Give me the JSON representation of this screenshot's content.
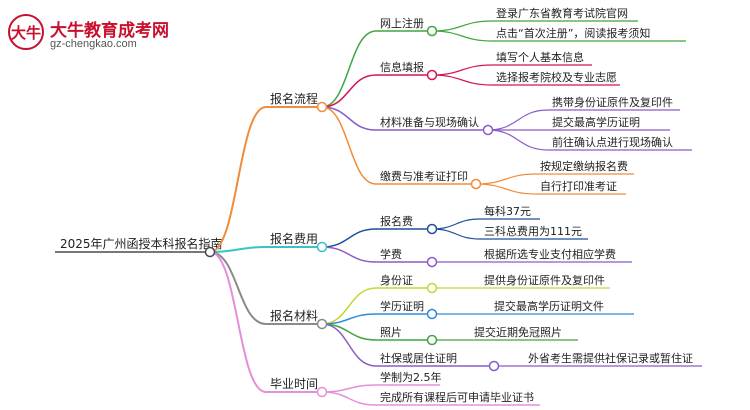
{
  "logo": {
    "mark": "大牛",
    "title": "大牛教育成考网",
    "url": "gz-chengkao.com"
  },
  "colors": {
    "root": "#4a4a4a",
    "process": "#f08c3a",
    "fees": "#37c4c9",
    "materials": "#8a8a8a",
    "graduation": "#e58fd8",
    "online": "#3fa53f",
    "info": "#d4145a",
    "verify": "#8a5cc8",
    "pay": "#f08c3a",
    "regfee": "#1f4e9c",
    "tuition": "#8a5cc8",
    "idcard": "#c8d634",
    "diploma": "#2e8bd8",
    "photo": "#3fa53f",
    "social": "#8a5cc8"
  },
  "root": "2025年广州函授本科报名指南",
  "branches": [
    {
      "id": "process",
      "label": "报名流程",
      "children": [
        {
          "id": "online",
          "label": "网上注册",
          "leaves": [
            "登录广东省教育考试院官网",
            "点击“首次注册”，阅读报考须知"
          ]
        },
        {
          "id": "info",
          "label": "信息填报",
          "leaves": [
            "填写个人基本信息",
            "选择报考院校及专业志愿"
          ]
        },
        {
          "id": "verify",
          "label": "材料准备与现场确认",
          "leaves": [
            "携带身份证原件及复印件",
            "提交最高学历证明",
            "前往确认点进行现场确认"
          ]
        },
        {
          "id": "pay",
          "label": "缴费与准考证打印",
          "leaves": [
            "按规定缴纳报名费",
            "自行打印准考证"
          ]
        }
      ]
    },
    {
      "id": "fees",
      "label": "报名费用",
      "children": [
        {
          "id": "regfee",
          "label": "报名费",
          "leaves": [
            "每科37元",
            "三科总费用为111元"
          ]
        },
        {
          "id": "tuition",
          "label": "学费",
          "leaves": [
            "根据所选专业支付相应学费"
          ]
        }
      ]
    },
    {
      "id": "materials",
      "label": "报名材料",
      "children": [
        {
          "id": "idcard",
          "label": "身份证",
          "leaves": [
            "提供身份证原件及复印件"
          ]
        },
        {
          "id": "diploma",
          "label": "学历证明",
          "leaves": [
            "提交最高学历证明文件"
          ]
        },
        {
          "id": "photo",
          "label": "照片",
          "leaves": [
            "提交近期免冠照片"
          ]
        },
        {
          "id": "social",
          "label": "社保或居住证明",
          "leaves": [
            "外省考生需提供社保记录或暂住证"
          ]
        }
      ]
    },
    {
      "id": "graduation",
      "label": "毕业时间",
      "children": [
        {
          "id": "grad1",
          "label": "学制为2.5年",
          "leaves": []
        },
        {
          "id": "grad2",
          "label": "完成所有课程后可申请毕业证书",
          "leaves": []
        }
      ]
    }
  ]
}
